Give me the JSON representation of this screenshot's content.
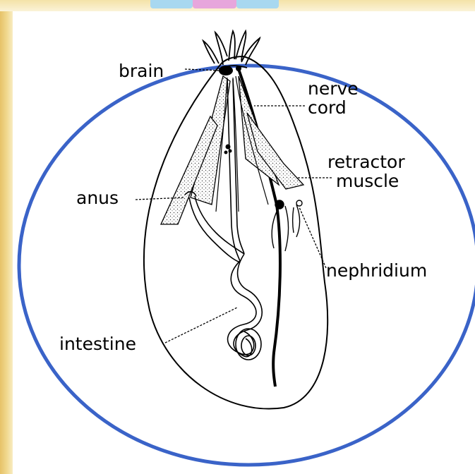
{
  "colors": {
    "circle_border": "#3a63c8",
    "background_strip": "#f1d98f",
    "ink": "#000000"
  },
  "labels": {
    "brain": "brain",
    "nerve_cord_line1": "nerve",
    "nerve_cord_line2": "cord",
    "retractor_muscle_line1": "retractor",
    "retractor_muscle_line2": "muscle",
    "anus": "anus",
    "nephridium": "nephridium",
    "intestine": "intestine"
  }
}
